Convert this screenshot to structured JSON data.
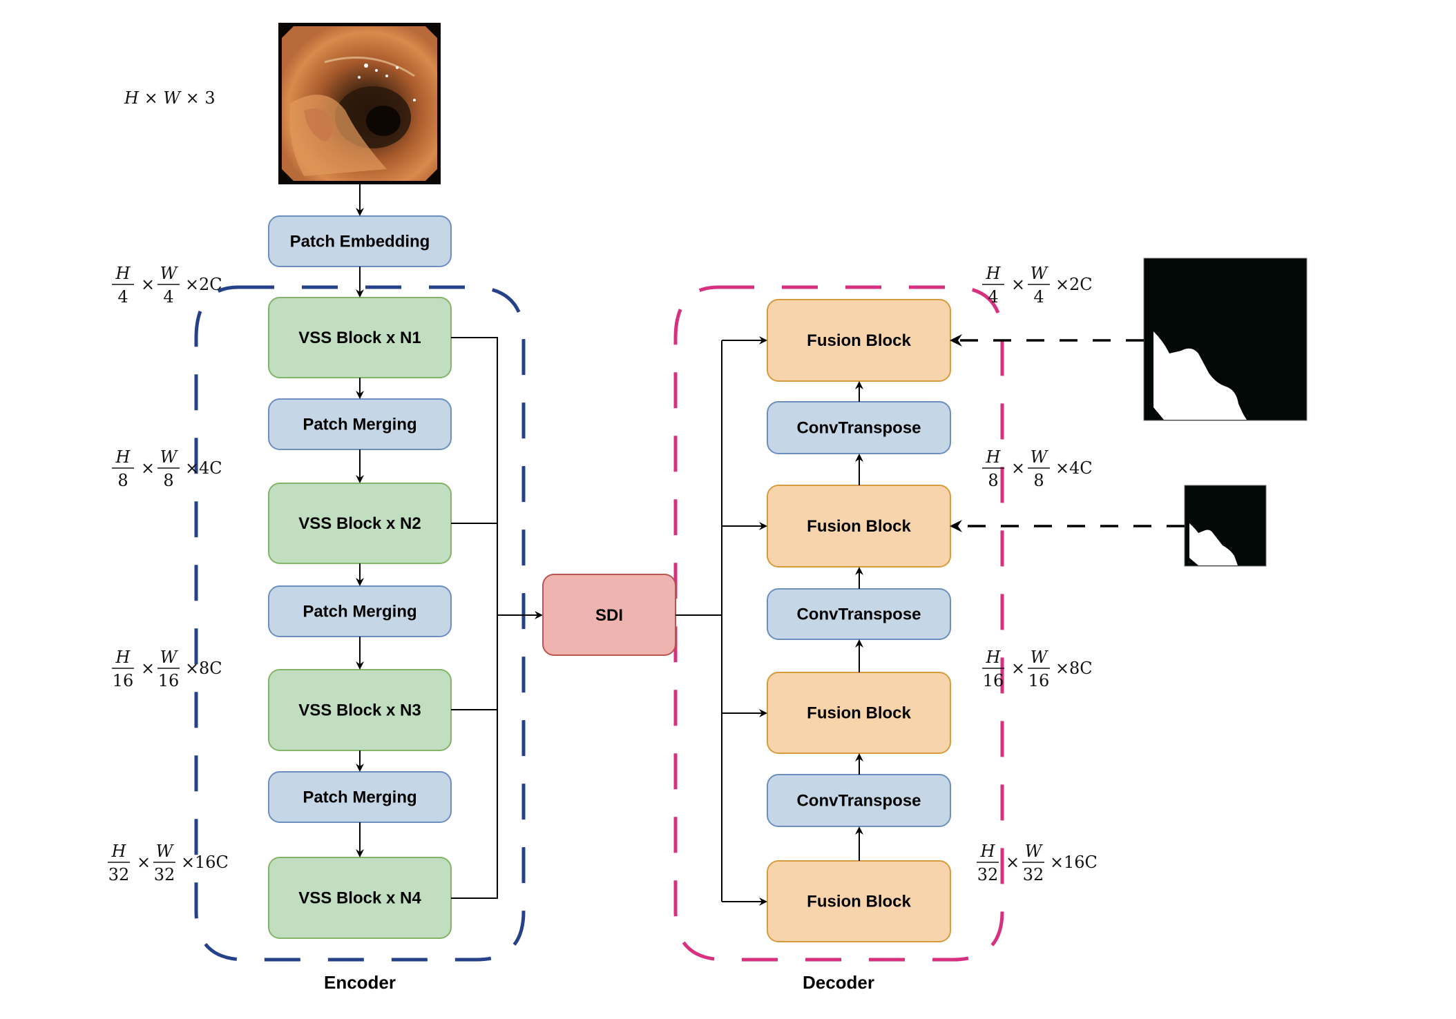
{
  "input": {
    "dims": "H × W × 3",
    "image_label": "colonoscopy-input-image"
  },
  "encoder": {
    "label": "Encoder",
    "border_color": "#24418a",
    "blocks": [
      {
        "label": "Patch Embedding",
        "kind": "patch"
      },
      {
        "label": "VSS Block x N1",
        "kind": "vss"
      },
      {
        "label": "Patch Merging",
        "kind": "patch"
      },
      {
        "label": "VSS Block x N2",
        "kind": "vss"
      },
      {
        "label": "Patch Merging",
        "kind": "patch"
      },
      {
        "label": "VSS Block x N3",
        "kind": "vss"
      },
      {
        "label": "Patch Merging",
        "kind": "patch"
      },
      {
        "label": "VSS Block x N4",
        "kind": "vss"
      }
    ],
    "dims": [
      {
        "h": "4",
        "w": "4",
        "c": "2C"
      },
      {
        "h": "8",
        "w": "8",
        "c": "4C"
      },
      {
        "h": "16",
        "w": "16",
        "c": "8C"
      },
      {
        "h": "32",
        "w": "32",
        "c": "16C"
      }
    ]
  },
  "sdi": {
    "label": "SDI"
  },
  "decoder": {
    "label": "Decoder",
    "border_color": "#d6307f",
    "blocks": [
      {
        "label": "Fusion Block",
        "kind": "fusion"
      },
      {
        "label": "ConvTranspose",
        "kind": "conv"
      },
      {
        "label": "Fusion Block",
        "kind": "fusion"
      },
      {
        "label": "ConvTranspose",
        "kind": "conv"
      },
      {
        "label": "Fusion Block",
        "kind": "fusion"
      },
      {
        "label": "ConvTranspose",
        "kind": "conv"
      },
      {
        "label": "Fusion Block",
        "kind": "fusion"
      }
    ],
    "dims": [
      {
        "h": "4",
        "w": "4",
        "c": "2C"
      },
      {
        "h": "8",
        "w": "8",
        "c": "4C"
      },
      {
        "h": "16",
        "w": "16",
        "c": "8C"
      },
      {
        "h": "32",
        "w": "32",
        "c": "16C"
      }
    ]
  },
  "outputs": [
    {
      "name": "mask-output-large"
    },
    {
      "name": "mask-output-small"
    }
  ],
  "colors": {
    "patch_fill": "#c5d6e7",
    "patch_stroke": "#6c8ebf",
    "vss_fill": "#c1dfc0",
    "vss_stroke": "#82b366",
    "fusion_fill": "#f8d4ad",
    "fusion_stroke": "#d79b3b",
    "sdi_fill": "#efb3b0",
    "sdi_stroke": "#b85450"
  }
}
